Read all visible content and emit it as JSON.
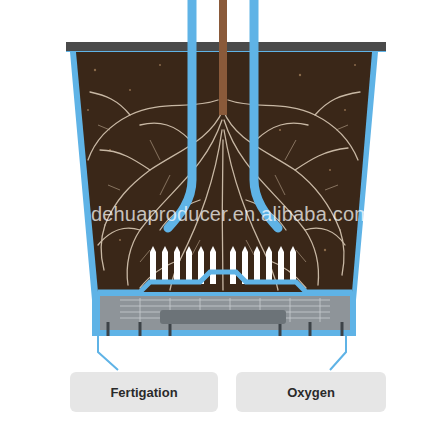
{
  "diagram": {
    "nodes": [
      {
        "text": [
          "Fertigation"
        ]
      },
      {
        "text": [
          "Oxygen"
        ]
      }
    ],
    "labels": [
      "dehuaproducer.en.alibaba.com"
    ]
  }
}
